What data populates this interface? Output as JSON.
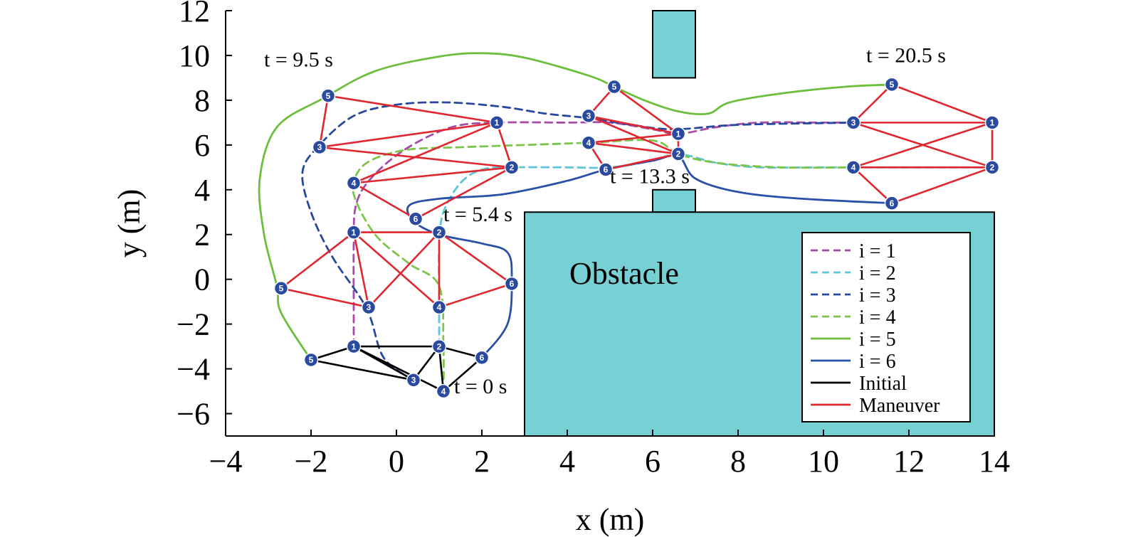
{
  "chart_data": {
    "type": "line",
    "xlabel": "x (m)",
    "ylabel": "y (m)",
    "xlim": [
      -4,
      14
    ],
    "ylim": [
      -7,
      12
    ],
    "xticks": [
      -4,
      -2,
      0,
      2,
      4,
      6,
      8,
      10,
      12,
      14
    ],
    "yticks": [
      -6,
      -4,
      -2,
      0,
      2,
      4,
      6,
      8,
      10,
      12
    ],
    "xtick_labels": [
      "−4",
      "−2",
      "0",
      "2",
      "4",
      "6",
      "8",
      "10",
      "12",
      "14"
    ],
    "ytick_labels": [
      "−6",
      "−4",
      "−2",
      "0",
      "2",
      "4",
      "6",
      "8",
      "10",
      "12"
    ],
    "obstacles": [
      {
        "x0": 6.0,
        "x1": 7.0,
        "y0": 9.0,
        "y1": 12.0
      },
      {
        "x0": 6.0,
        "x1": 7.0,
        "y0": 3.0,
        "y1": 4.0
      },
      {
        "x0": 3.0,
        "x1": 14.0,
        "y0": -7.0,
        "y1": 3.0
      }
    ],
    "obstacle_label": "Obstacle",
    "obstacle_color": "#76d0d4",
    "time_labels": [
      {
        "text": "t = 0 s",
        "x": 1.35,
        "y": -5.1
      },
      {
        "text": "t = 5.4 s",
        "x": 1.1,
        "y": 2.6
      },
      {
        "text": "t = 9.5 s",
        "x": -3.1,
        "y": 9.5
      },
      {
        "text": "t = 13.3 s",
        "x": 5.0,
        "y": 4.3
      },
      {
        "text": "t = 20.5 s",
        "x": 11.0,
        "y": 9.7
      }
    ],
    "series": [
      {
        "name": "i = 1",
        "color": "#a64ca6",
        "dash": true,
        "x": [
          -1.0,
          -1.0,
          -1.0,
          -0.95,
          -0.6,
          0.2,
          1.3,
          2.4,
          4.0,
          5.0,
          6.0,
          6.6,
          7.5,
          8.5,
          10.0,
          10.7
        ],
        "y": [
          -3.0,
          -1.0,
          1.5,
          3.3,
          4.5,
          5.8,
          6.8,
          7.0,
          7.0,
          7.0,
          6.7,
          6.5,
          6.8,
          7.0,
          7.0,
          7.0
        ]
      },
      {
        "name": "i = 2",
        "color": "#5ec4d6",
        "dash": true,
        "x": [
          1.0,
          1.0,
          1.0,
          1.1,
          1.5,
          2.0,
          2.7,
          4.0,
          5.0,
          6.0,
          6.6,
          7.5,
          8.5,
          10.0,
          13.9
        ],
        "y": [
          -3.0,
          -1.0,
          1.5,
          3.0,
          4.3,
          4.9,
          5.0,
          5.0,
          5.0,
          5.3,
          5.6,
          5.2,
          5.0,
          5.0,
          5.0
        ]
      },
      {
        "name": "i = 3",
        "color": "#2848a0",
        "dash": true,
        "x": [
          0.4,
          -0.3,
          -0.7,
          -1.5,
          -2.0,
          -2.2,
          -1.8,
          -1.0,
          0.0,
          1.2,
          2.5,
          3.5,
          4.5,
          5.5,
          6.5,
          8.0,
          10.7
        ],
        "y": [
          -4.5,
          -3.5,
          -1.3,
          1.0,
          3.0,
          4.8,
          6.0,
          7.3,
          7.8,
          7.9,
          7.7,
          7.4,
          7.2,
          6.9,
          6.7,
          6.9,
          7.0
        ]
      },
      {
        "name": "i = 4",
        "color": "#7cc44a",
        "dash": true,
        "x": [
          1.1,
          1.1,
          1.0,
          0.3,
          -0.5,
          -1.0,
          -0.9,
          -0.5,
          0.3,
          1.5,
          3.0,
          4.5,
          6.0,
          6.6,
          7.5,
          9.0,
          10.7
        ],
        "y": [
          -5.0,
          -3.0,
          -0.3,
          0.7,
          2.0,
          3.8,
          4.8,
          5.4,
          5.8,
          5.9,
          6.0,
          6.1,
          6.2,
          5.6,
          5.2,
          5.0,
          5.0
        ]
      },
      {
        "name": "i = 5",
        "color": "#6cbf3c",
        "dash": false,
        "x": [
          -2.0,
          -2.7,
          -2.8,
          -3.1,
          -3.2,
          -2.8,
          -1.7,
          -0.5,
          1.0,
          2.0,
          3.0,
          4.5,
          5.1,
          5.8,
          6.6,
          7.3,
          7.8,
          9.0,
          10.5,
          11.6
        ],
        "y": [
          -3.6,
          -1.5,
          -0.3,
          2.0,
          4.5,
          6.8,
          8.1,
          9.3,
          9.95,
          10.1,
          9.9,
          9.1,
          8.6,
          8.0,
          7.5,
          7.4,
          7.9,
          8.3,
          8.6,
          8.7
        ]
      },
      {
        "name": "i = 6",
        "color": "#2850a8",
        "dash": false,
        "x": [
          2.0,
          2.6,
          2.7,
          2.6,
          2.0,
          1.0,
          0.4,
          0.3,
          1.0,
          2.5,
          4.0,
          4.9,
          6.0,
          6.6,
          7.0,
          8.0,
          9.5,
          11.6
        ],
        "y": [
          -3.5,
          -2.0,
          0.0,
          1.2,
          1.6,
          2.0,
          2.6,
          3.3,
          3.6,
          3.8,
          4.4,
          4.9,
          5.3,
          5.5,
          4.5,
          3.9,
          3.6,
          3.4
        ]
      }
    ],
    "legend": [
      {
        "label": "i = 1",
        "color": "#a64ca6",
        "dash": true
      },
      {
        "label": "i = 2",
        "color": "#5ec4d6",
        "dash": true
      },
      {
        "label": "i = 3",
        "color": "#2848a0",
        "dash": true
      },
      {
        "label": "i = 4",
        "color": "#7cc44a",
        "dash": true
      },
      {
        "label": "i = 5",
        "color": "#6cbf3c",
        "dash": false
      },
      {
        "label": "i = 6",
        "color": "#2850a8",
        "dash": false
      },
      {
        "label": "Initial",
        "color": "#000000",
        "dash": false
      },
      {
        "label": "Maneuver",
        "color": "#e0262e",
        "dash": false
      }
    ],
    "formations": [
      {
        "time": "t = 0 s",
        "style": "initial",
        "nodes": [
          {
            "id": "1",
            "x": -1.0,
            "y": -3.0
          },
          {
            "id": "2",
            "x": 1.0,
            "y": -3.0
          },
          {
            "id": "3",
            "x": 0.4,
            "y": -4.5
          },
          {
            "id": "4",
            "x": 1.1,
            "y": -5.0
          },
          {
            "id": "5",
            "x": -2.0,
            "y": -3.6
          },
          {
            "id": "6",
            "x": 2.0,
            "y": -3.5
          }
        ],
        "edges": [
          [
            "1",
            "2"
          ],
          [
            "1",
            "3"
          ],
          [
            "1",
            "4"
          ],
          [
            "1",
            "5"
          ],
          [
            "2",
            "3"
          ],
          [
            "2",
            "4"
          ],
          [
            "2",
            "6"
          ],
          [
            "3",
            "5"
          ],
          [
            "4",
            "6"
          ]
        ]
      },
      {
        "time": "t = 5.4 s",
        "style": "maneuver",
        "nodes": [
          {
            "id": "1",
            "x": -1.0,
            "y": 2.1
          },
          {
            "id": "2",
            "x": 1.0,
            "y": 2.1
          },
          {
            "id": "3",
            "x": -0.65,
            "y": -1.25
          },
          {
            "id": "4",
            "x": 1.0,
            "y": -1.25
          },
          {
            "id": "5",
            "x": -2.7,
            "y": -0.4
          },
          {
            "id": "6",
            "x": 2.7,
            "y": -0.2
          }
        ],
        "edges": [
          [
            "1",
            "2"
          ],
          [
            "1",
            "3"
          ],
          [
            "1",
            "4"
          ],
          [
            "1",
            "5"
          ],
          [
            "2",
            "3"
          ],
          [
            "2",
            "4"
          ],
          [
            "2",
            "6"
          ],
          [
            "3",
            "5"
          ],
          [
            "4",
            "6"
          ]
        ]
      },
      {
        "time": "t = 9.5 s",
        "style": "maneuver",
        "nodes": [
          {
            "id": "1",
            "x": 2.35,
            "y": 7.0
          },
          {
            "id": "2",
            "x": 2.7,
            "y": 5.0
          },
          {
            "id": "3",
            "x": -1.8,
            "y": 5.9
          },
          {
            "id": "4",
            "x": -1.0,
            "y": 4.3
          },
          {
            "id": "5",
            "x": -1.6,
            "y": 8.2
          },
          {
            "id": "6",
            "x": 0.45,
            "y": 2.7
          }
        ],
        "edges": [
          [
            "1",
            "2"
          ],
          [
            "1",
            "3"
          ],
          [
            "1",
            "4"
          ],
          [
            "1",
            "5"
          ],
          [
            "2",
            "3"
          ],
          [
            "2",
            "4"
          ],
          [
            "2",
            "6"
          ],
          [
            "3",
            "5"
          ],
          [
            "4",
            "6"
          ]
        ]
      },
      {
        "time": "t = 13.3 s",
        "style": "maneuver",
        "nodes": [
          {
            "id": "1",
            "x": 6.6,
            "y": 6.5
          },
          {
            "id": "2",
            "x": 6.6,
            "y": 5.6
          },
          {
            "id": "3",
            "x": 4.5,
            "y": 7.3
          },
          {
            "id": "4",
            "x": 4.5,
            "y": 6.1
          },
          {
            "id": "5",
            "x": 5.1,
            "y": 8.6
          },
          {
            "id": "6",
            "x": 4.9,
            "y": 4.9
          }
        ],
        "edges": [
          [
            "1",
            "2"
          ],
          [
            "1",
            "3"
          ],
          [
            "1",
            "4"
          ],
          [
            "1",
            "5"
          ],
          [
            "2",
            "3"
          ],
          [
            "2",
            "4"
          ],
          [
            "2",
            "6"
          ],
          [
            "3",
            "5"
          ],
          [
            "4",
            "6"
          ]
        ]
      },
      {
        "time": "t = 20.5 s",
        "style": "maneuver",
        "nodes": [
          {
            "id": "1",
            "x": 13.95,
            "y": 7.0
          },
          {
            "id": "2",
            "x": 13.95,
            "y": 5.0
          },
          {
            "id": "3",
            "x": 10.7,
            "y": 7.0
          },
          {
            "id": "4",
            "x": 10.7,
            "y": 5.0
          },
          {
            "id": "5",
            "x": 11.6,
            "y": 8.7
          },
          {
            "id": "6",
            "x": 11.6,
            "y": 3.4
          }
        ],
        "edges": [
          [
            "1",
            "2"
          ],
          [
            "1",
            "3"
          ],
          [
            "1",
            "4"
          ],
          [
            "1",
            "5"
          ],
          [
            "2",
            "3"
          ],
          [
            "2",
            "4"
          ],
          [
            "2",
            "6"
          ],
          [
            "3",
            "5"
          ],
          [
            "4",
            "6"
          ]
        ]
      }
    ],
    "node_color": "#2a4aa0",
    "initial_color": "#000000",
    "maneuver_color": "#e0262e",
    "grid": false,
    "legend_position": "bottom-right"
  }
}
